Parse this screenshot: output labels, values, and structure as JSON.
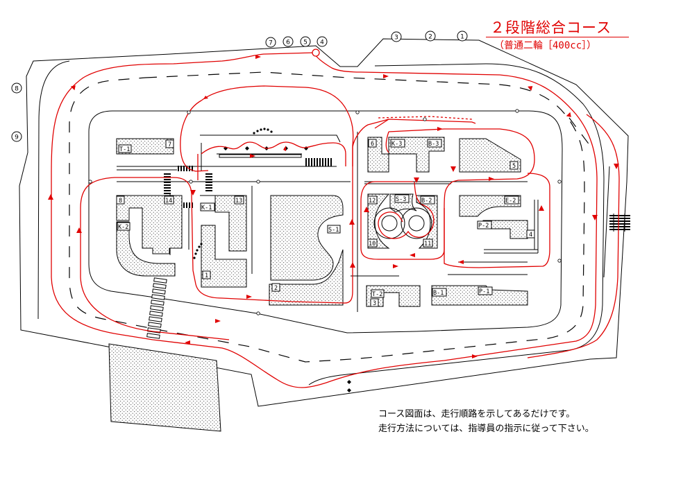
{
  "title": "２段階総合コース",
  "subtitle": "（普通二輪［400cc］）",
  "notes": [
    "コース図面は、走行順路を示してあるだけです。",
    "走行方法については、指導員の指示に従って下さい。"
  ],
  "markers": [
    "①",
    "②",
    "③",
    "④",
    "⑤",
    "⑥",
    "⑦",
    "⑧",
    "⑨"
  ],
  "zones": [
    "T-1",
    "7",
    "8",
    "14",
    "K-1",
    "13",
    "K-2",
    "1",
    "2",
    "S-1",
    "6",
    "K-3",
    "B-3",
    "5",
    "12",
    "S-3",
    "B-2",
    "E-2",
    "P-2",
    "4",
    "10",
    "11",
    "T-2",
    "3",
    "B-1",
    "P-1"
  ],
  "colors": {
    "route": "#e00000",
    "lines": "#000000",
    "background": "#ffffff"
  }
}
